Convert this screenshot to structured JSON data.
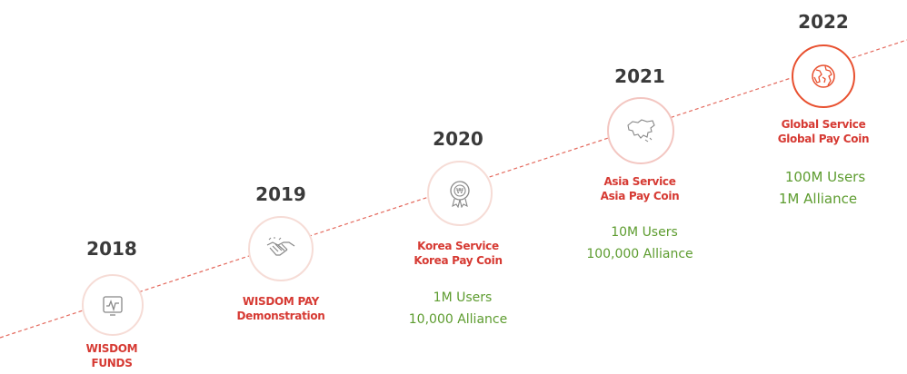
{
  "milestones": [
    {
      "year": "2018",
      "title_line1": "WISDOM",
      "title_line2": "FUNDS",
      "icon": "chart-monitor-icon"
    },
    {
      "year": "2019",
      "title_line1": "WISDOM PAY",
      "title_line2": "Demonstration",
      "icon": "handshake-icon"
    },
    {
      "year": "2020",
      "title_line1": "Korea Service",
      "title_line2": "Korea Pay Coin",
      "icon": "coin-medal-icon",
      "users": "1M  Users",
      "alliance": "10,000  Alliance"
    },
    {
      "year": "2021",
      "title_line1": "Asia Service",
      "title_line2": "Asia Pay Coin",
      "icon": "asia-map-icon",
      "users": "10M  Users",
      "alliance": "100,000  Alliance"
    },
    {
      "year": "2022",
      "title_line1": "Global Service",
      "title_line2": "Global Pay Coin",
      "icon": "globe-icon",
      "users": "100M  Users",
      "alliance": "1M  Alliance"
    }
  ],
  "colors": {
    "accent": "#d63a33",
    "circle_border": "#f3c6c1",
    "circle_border_2022": "#e8502f",
    "stats": "#5d9c2f",
    "year": "#3a3a3a"
  }
}
